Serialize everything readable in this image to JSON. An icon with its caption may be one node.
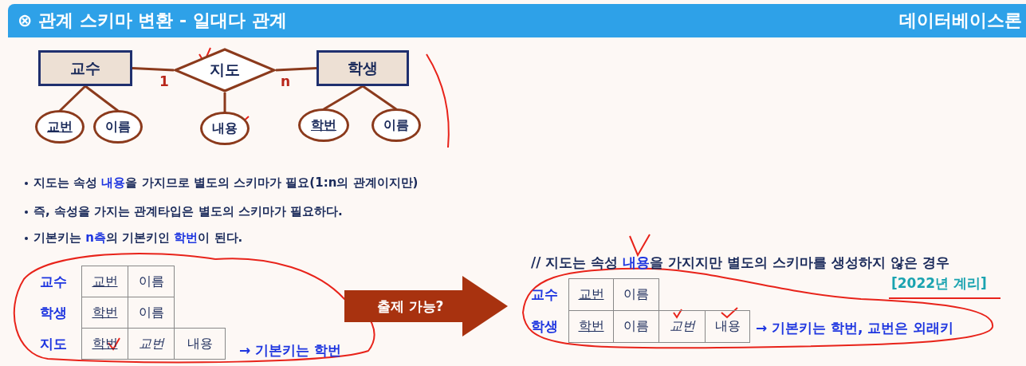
{
  "diagram": {
    "title": "⊗ 관계 스키마 변환 - 일대다 관계",
    "nodes": [
      {
        "text": [
          "교수"
        ]
      },
      {
        "text": [
          "지도"
        ]
      },
      {
        "text": [
          "학생"
        ]
      },
      {
        "text": [
          "교번"
        ]
      },
      {
        "text": [
          "이름"
        ]
      },
      {
        "text": [
          "내용"
        ]
      },
      {
        "text": [
          "학번"
        ]
      },
      {
        "text": [
          "이름"
        ]
      },
      {
        "text": [
          "출제 가능?"
        ]
      }
    ],
    "edges": [
      {
        "from": 0,
        "to": 1,
        "arrow": "none",
        "label": "1"
      },
      {
        "from": 1,
        "to": 2,
        "arrow": "none",
        "label": "n"
      },
      {
        "from": 0,
        "to": 3,
        "arrow": "none"
      },
      {
        "from": 0,
        "to": 4,
        "arrow": "none"
      },
      {
        "from": 1,
        "to": 5,
        "arrow": "none"
      },
      {
        "from": 2,
        "to": 6,
        "arrow": "none"
      },
      {
        "from": 2,
        "to": 7,
        "arrow": "none"
      }
    ],
    "labels": [
      "데이터베이스론",
      "지도는 속성 **내용**을 가지므로 별도의 스키마가 필요(1:n의 관계이지만)",
      "즉, 속성을 가지는 관계타입은 별도의 스키마가 필요하다.",
      "기본키는 **n측**의 기본키인 **학번**이 된다.",
      "교수",
      "교번",
      "이름",
      "학생",
      "학번",
      "이름",
      "지도",
      "학번",
      "교번",
      "내용",
      "→ 기본키는 학번",
      "// 지도는 속성 **내용**을 가지지만 별도의 스키마를 생성하지 않은 경우",
      "[2022년 계리]",
      "교수",
      "교번",
      "이름",
      "학생",
      "학번",
      "이름",
      "교번",
      "내용",
      "→ 기본키는 학번, 교번은 외래키"
    ]
  }
}
